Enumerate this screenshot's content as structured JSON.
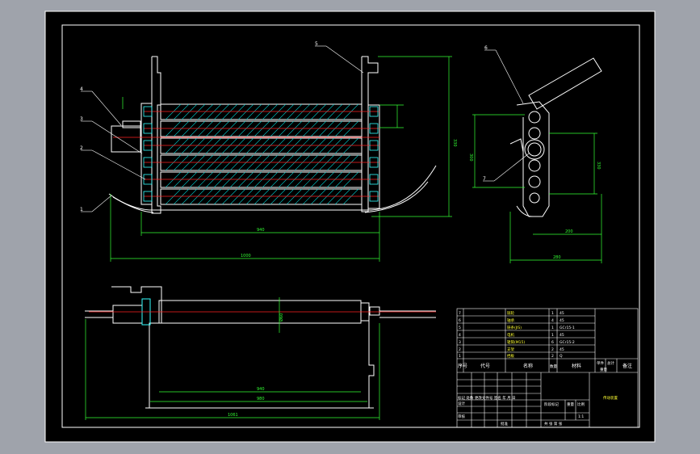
{
  "drawing": {
    "part_callouts": [
      "1",
      "2",
      "3",
      "4",
      "5",
      "6",
      "7"
    ],
    "dimensions": {
      "front_inner_width": "940",
      "front_overall_width": "1000",
      "front_height": "330",
      "side_top_offset": "300",
      "side_right_height": "330",
      "side_bottom_inner": "200",
      "side_bottom_overall": "280",
      "plan_diameter": "Ø60",
      "plan_inner": "940",
      "plan_middle": "980",
      "plan_overall": "1061"
    }
  },
  "title_block": {
    "parts_rows": [
      {
        "no": "7",
        "name": "链轮",
        "qty": "1",
        "material": "45"
      },
      {
        "no": "6",
        "name": "轴承",
        "qty": "4",
        "material": "45"
      },
      {
        "no": "5",
        "name": "链条(JIS)",
        "qty": "1",
        "material": "GCr15-1"
      },
      {
        "no": "4",
        "name": "电机",
        "qty": "1",
        "material": "45"
      },
      {
        "no": "3",
        "name": "辊筒(M15)",
        "qty": "6",
        "material": "GCr15-2"
      },
      {
        "no": "2",
        "name": "支架",
        "qty": "2",
        "material": "45"
      },
      {
        "no": "1",
        "name": "挡板",
        "qty": "2",
        "material": "Q"
      }
    ],
    "header": {
      "seq": "序号",
      "code": "代号",
      "name": "名称",
      "qty": "数量",
      "material": "材料",
      "unit_weight": "单件",
      "total_weight": "总计",
      "weight": "重量",
      "remark": "备注"
    },
    "drawing_title": "传动装置",
    "scale_label": "比例",
    "sheet_label": "共 张 第 张",
    "sheet_code": "1:1",
    "designer": "设计",
    "checker": "审核",
    "approver": "批准",
    "change_labels": "标记 处数 更改文件号 签名 年 月 日",
    "stage_label": "阶段标记",
    "weight_label": "重量"
  }
}
